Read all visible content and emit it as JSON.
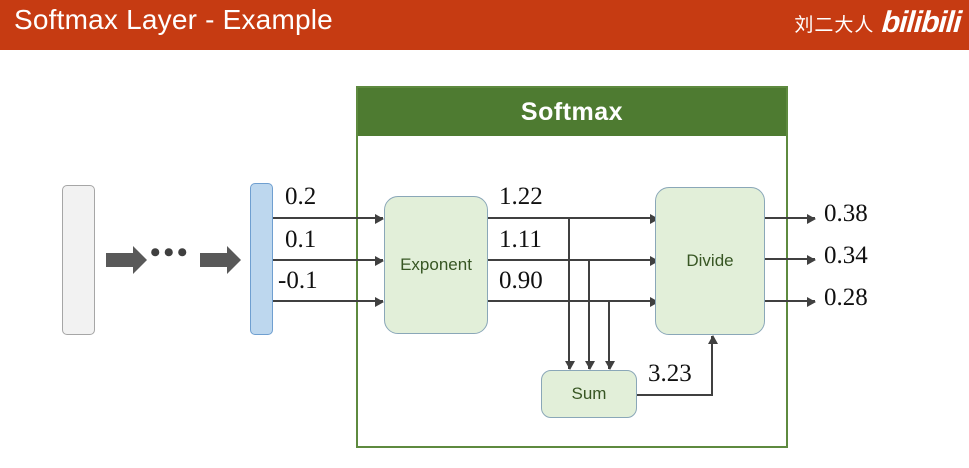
{
  "header": {
    "title": "Softmax Layer - Example",
    "background_color": "#c63b12",
    "author": "刘二大人",
    "logo": "bilibili"
  },
  "diagram": {
    "outer_box_title": "Softmax",
    "outer_box_header_color": "#4e7b31",
    "blocks": {
      "exponent": "Exponent",
      "divide": "Divide",
      "sum": "Sum"
    },
    "input_vector_color": "#f2f2f2",
    "hidden_vector_color": "#bdd7ee",
    "ellipsis": "•••"
  },
  "chart_data": {
    "type": "diagram",
    "title": "Softmax Layer - Example",
    "inputs": [
      "0.2",
      "0.1",
      "-0.1"
    ],
    "exponent_outputs": [
      "1.22",
      "1.11",
      "0.90"
    ],
    "sum_value": "3.23",
    "outputs": [
      "0.38",
      "0.34",
      "0.28"
    ],
    "stages": [
      "Exponent",
      "Sum",
      "Divide"
    ]
  }
}
